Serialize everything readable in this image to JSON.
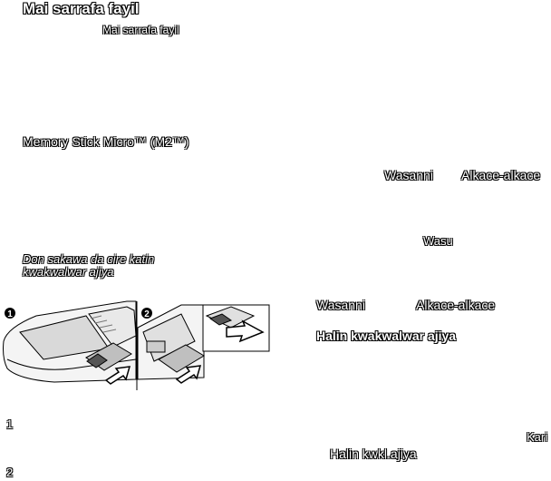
{
  "page": {
    "heading": "Mai sarrafa fayil",
    "subheading": "Mai sarrafa fayil",
    "section_heading": "Memory Stick Micro™ (M2™)",
    "fragments": {
      "wasanni_1": "Wasanni",
      "alkace_1": "Alkace-alkace",
      "wasu": "Wasu",
      "wasanni_2": "Wasanni",
      "alkace_2": "Alkace-alkace",
      "halin_bold": "Halin kwakwalwar ajiya",
      "kari": "Kari",
      "halin_short": "Halin kwkl.ajiya"
    },
    "caption_line1": "Don sakawa da cire katin",
    "caption_line2": "kwakwalwar ajiya",
    "steps": {
      "one": "1",
      "two": "2"
    },
    "figure_markers": {
      "one": "1",
      "two": "2"
    }
  }
}
